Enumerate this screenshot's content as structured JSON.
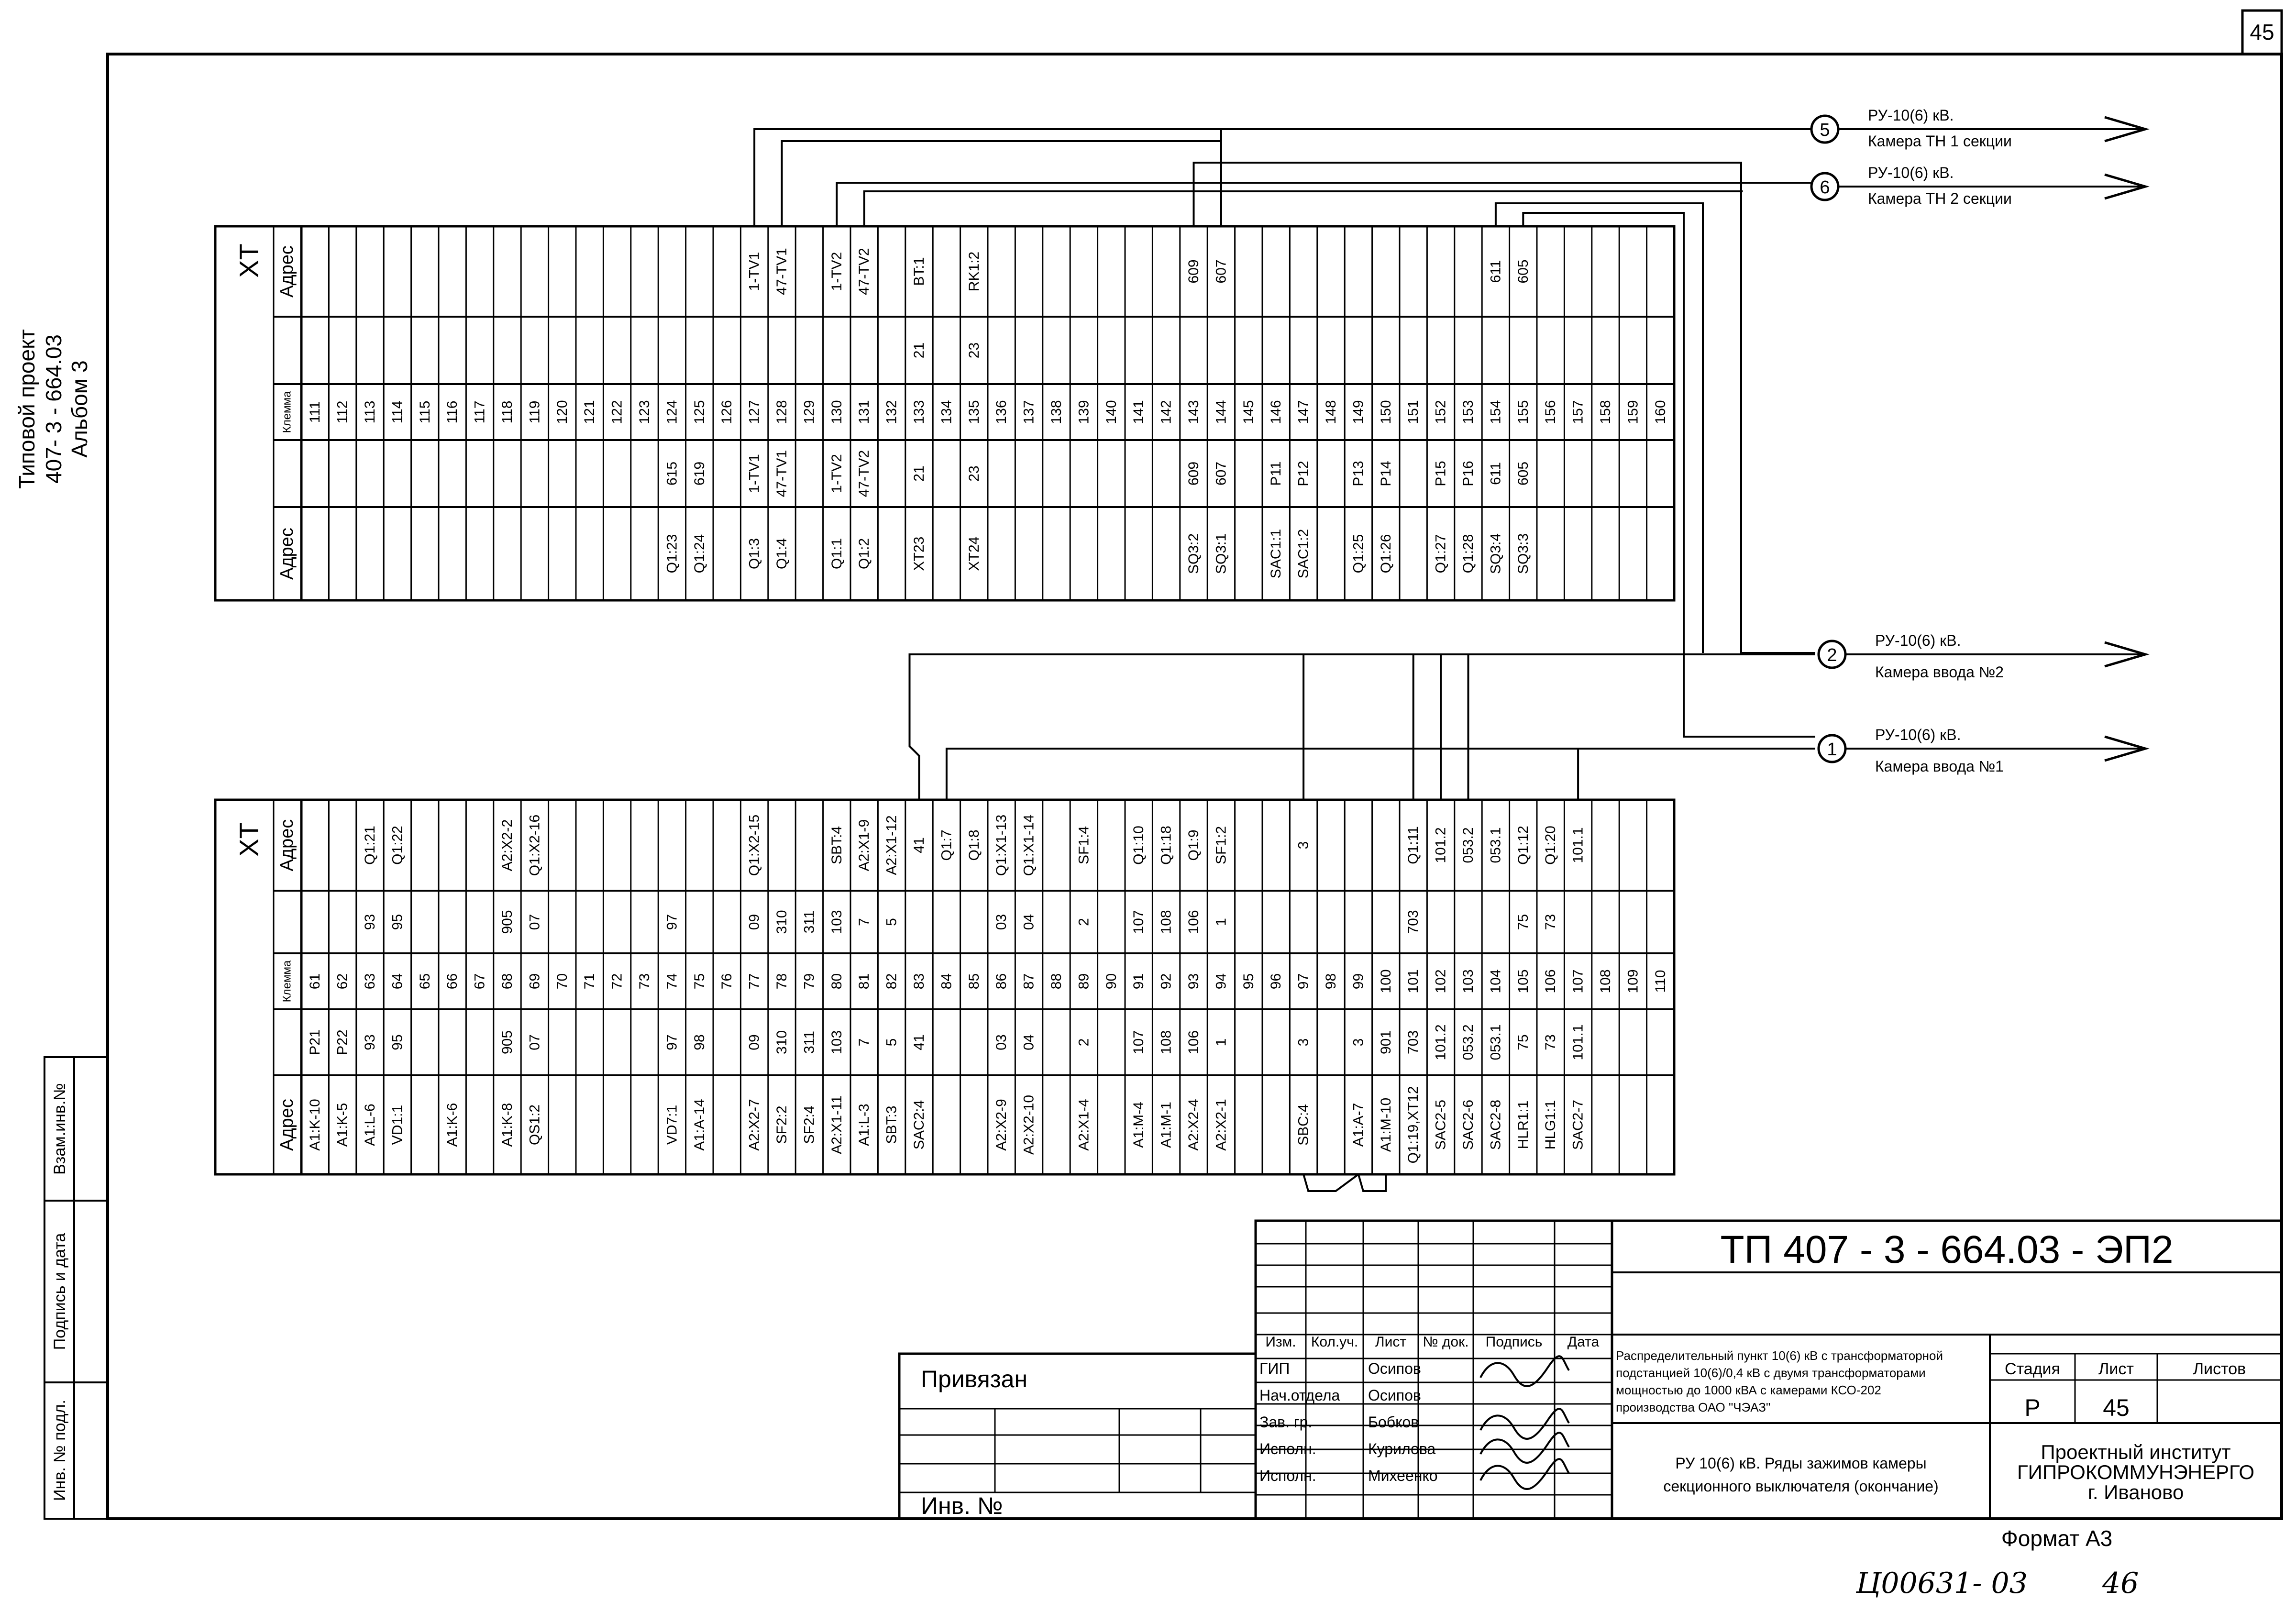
{
  "sheet": {
    "page_number": "45",
    "side_project_lines": [
      "Типовой проект",
      "407- 3 - 664.03",
      "Альбом 3"
    ],
    "left_stamp": [
      "Инв. № подл.",
      "Подпись и дата",
      "Взам.инв.№"
    ],
    "bottom_handwritten": [
      "Ц00631- 03",
      "46"
    ]
  },
  "upper_strip": {
    "title": "ХТ",
    "addr_label": "Адрес",
    "klemma_label": "Клемма",
    "terminals": [
      {
        "n": "111",
        "l": "",
        "r": "",
        "rt": ""
      },
      {
        "n": "112",
        "l": "",
        "r": "",
        "rt": ""
      },
      {
        "n": "113",
        "l": "",
        "r": "",
        "rt": ""
      },
      {
        "n": "114",
        "l": "",
        "r": "",
        "rt": ""
      },
      {
        "n": "115",
        "l": "",
        "r": "",
        "rt": ""
      },
      {
        "n": "116",
        "l": "",
        "r": "",
        "rt": ""
      },
      {
        "n": "117",
        "l": "",
        "r": "",
        "rt": ""
      },
      {
        "n": "118",
        "l": "",
        "r": "",
        "rt": ""
      },
      {
        "n": "119",
        "l": "",
        "r": "",
        "rt": ""
      },
      {
        "n": "120",
        "l": "",
        "r": "",
        "rt": ""
      },
      {
        "n": "121",
        "l": "",
        "r": "",
        "rt": ""
      },
      {
        "n": "122",
        "l": "",
        "r": "",
        "rt": ""
      },
      {
        "n": "123",
        "l": "",
        "r": "",
        "rt": ""
      },
      {
        "n": "124",
        "l": "Q1:23",
        "r": "615",
        "rt": ""
      },
      {
        "n": "125",
        "l": "Q1:24",
        "r": "619",
        "rt": ""
      },
      {
        "n": "126",
        "l": "",
        "r": "",
        "rt": ""
      },
      {
        "n": "127",
        "l": "Q1:3",
        "r": "1-TV1",
        "rt": "1-TV1"
      },
      {
        "n": "128",
        "l": "Q1:4",
        "r": "47-TV1",
        "rt": "47-TV1"
      },
      {
        "n": "129",
        "l": "",
        "r": "",
        "rt": ""
      },
      {
        "n": "130",
        "l": "Q1:1",
        "r": "1-TV2",
        "rt": "1-TV2"
      },
      {
        "n": "131",
        "l": "Q1:2",
        "r": "47-TV2",
        "rt": "47-TV2"
      },
      {
        "n": "132",
        "l": "",
        "r": "",
        "rt": ""
      },
      {
        "n": "133",
        "l": "XT23",
        "r": "21",
        "rt": "BT:1",
        "rr": "21"
      },
      {
        "n": "134",
        "l": "",
        "r": "",
        "rt": ""
      },
      {
        "n": "135",
        "l": "XT24",
        "r": "23",
        "rt": "RK1:2",
        "rr": "23"
      },
      {
        "n": "136",
        "l": "",
        "r": "",
        "rt": ""
      },
      {
        "n": "137",
        "l": "",
        "r": "",
        "rt": ""
      },
      {
        "n": "138",
        "l": "",
        "r": "",
        "rt": ""
      },
      {
        "n": "139",
        "l": "",
        "r": "",
        "rt": ""
      },
      {
        "n": "140",
        "l": "",
        "r": "",
        "rt": ""
      },
      {
        "n": "141",
        "l": "",
        "r": "",
        "rt": ""
      },
      {
        "n": "142",
        "l": "",
        "r": "",
        "rt": ""
      },
      {
        "n": "143",
        "l": "SQ3:2",
        "r": "609",
        "rt": "609"
      },
      {
        "n": "144",
        "l": "SQ3:1",
        "r": "607",
        "rt": "607"
      },
      {
        "n": "145",
        "l": "",
        "r": "",
        "rt": ""
      },
      {
        "n": "146",
        "l": "SAC1:1",
        "r": "P11",
        "rt": ""
      },
      {
        "n": "147",
        "l": "SAC1:2",
        "r": "P12",
        "rt": ""
      },
      {
        "n": "148",
        "l": "",
        "r": "",
        "rt": ""
      },
      {
        "n": "149",
        "l": "Q1:25",
        "r": "P13",
        "rt": ""
      },
      {
        "n": "150",
        "l": "Q1:26",
        "r": "P14",
        "rt": ""
      },
      {
        "n": "151",
        "l": "",
        "r": "",
        "rt": ""
      },
      {
        "n": "152",
        "l": "Q1:27",
        "r": "P15",
        "rt": ""
      },
      {
        "n": "153",
        "l": "Q1:28",
        "r": "P16",
        "rt": ""
      },
      {
        "n": "154",
        "l": "SQ3:4",
        "r": "611",
        "rt": "611"
      },
      {
        "n": "155",
        "l": "SQ3:3",
        "r": "605",
        "rt": "605"
      },
      {
        "n": "156",
        "l": "",
        "r": "",
        "rt": ""
      },
      {
        "n": "157",
        "l": "",
        "r": "",
        "rt": ""
      },
      {
        "n": "158",
        "l": "",
        "r": "",
        "rt": ""
      },
      {
        "n": "159",
        "l": "",
        "r": "",
        "rt": ""
      },
      {
        "n": "160",
        "l": "",
        "r": "",
        "rt": ""
      }
    ]
  },
  "lower_strip": {
    "title": "ХТ",
    "addr_label": "Адрес",
    "klemma_label": "Клемма",
    "terminals": [
      {
        "n": "61",
        "l": "A1:K-10",
        "r": "P21",
        "rr": "",
        "rt": ""
      },
      {
        "n": "62",
        "l": "A1:K-5",
        "r": "P22",
        "rr": "",
        "rt": ""
      },
      {
        "n": "63",
        "l": "A1:L-6",
        "r": "93",
        "rr": "93",
        "rt": "Q1:21"
      },
      {
        "n": "64",
        "l": "VD1:1",
        "r": "95",
        "rr": "95",
        "rt": "Q1:22"
      },
      {
        "n": "65",
        "l": "",
        "r": "",
        "rr": "",
        "rt": ""
      },
      {
        "n": "66",
        "l": "A1:K-6",
        "r": "",
        "rr": "",
        "rt": ""
      },
      {
        "n": "67",
        "l": "",
        "r": "",
        "rr": "",
        "rt": ""
      },
      {
        "n": "68",
        "l": "A1:K-8",
        "r": "905",
        "rr": "905",
        "rt": "A2:X2-2"
      },
      {
        "n": "69",
        "l": "QS1:2",
        "r": "07",
        "rr": "07",
        "rt": "Q1:X2-16"
      },
      {
        "n": "70",
        "l": "",
        "r": "",
        "rr": "",
        "rt": ""
      },
      {
        "n": "71",
        "l": "",
        "r": "",
        "rr": "",
        "rt": ""
      },
      {
        "n": "72",
        "l": "",
        "r": "",
        "rr": "",
        "rt": ""
      },
      {
        "n": "73",
        "l": "",
        "r": "",
        "rr": "",
        "rt": ""
      },
      {
        "n": "74",
        "l": "VD7:1",
        "r": "97",
        "rr": "97",
        "rt": ""
      },
      {
        "n": "75",
        "l": "A1:A-14",
        "r": "98",
        "rr": "",
        "rt": ""
      },
      {
        "n": "76",
        "l": "",
        "r": "",
        "rr": "",
        "rt": ""
      },
      {
        "n": "77",
        "l": "A2:X2-7",
        "r": "09",
        "rr": "09",
        "rt": "Q1:X2-15"
      },
      {
        "n": "78",
        "l": "SF2:2",
        "r": "310",
        "rr": "310",
        "rt": ""
      },
      {
        "n": "79",
        "l": "SF2:4",
        "r": "311",
        "rr": "311",
        "rt": ""
      },
      {
        "n": "80",
        "l": "A2:X1-11",
        "r": "103",
        "rr": "103",
        "rt": "SBT:4"
      },
      {
        "n": "81",
        "l": "A1:L-3",
        "r": "7",
        "rr": "7",
        "rt": "A2:X1-9"
      },
      {
        "n": "82",
        "l": "SBT:3",
        "r": "5",
        "rr": "5",
        "rt": "A2:X1-12"
      },
      {
        "n": "83",
        "l": "SAC2:4",
        "r": "41",
        "rr": "",
        "rt": "41"
      },
      {
        "n": "84",
        "l": "",
        "r": "",
        "rr": "",
        "rt": "Q1:7"
      },
      {
        "n": "85",
        "l": "",
        "r": "",
        "rr": "",
        "rt": "Q1:8"
      },
      {
        "n": "86",
        "l": "A2:X2-9",
        "r": "03",
        "rr": "03",
        "rt": "Q1:X1-13"
      },
      {
        "n": "87",
        "l": "A2:X2-10",
        "r": "04",
        "rr": "04",
        "rt": "Q1:X1-14"
      },
      {
        "n": "88",
        "l": "",
        "r": "",
        "rr": "",
        "rt": ""
      },
      {
        "n": "89",
        "l": "A2:X1-4",
        "r": "2",
        "rr": "2",
        "rt": "SF1:4"
      },
      {
        "n": "90",
        "l": "",
        "r": "",
        "rr": "",
        "rt": ""
      },
      {
        "n": "91",
        "l": "A1:M-4",
        "r": "107",
        "rr": "107",
        "rt": "Q1:10"
      },
      {
        "n": "92",
        "l": "A1:M-1",
        "r": "108",
        "rr": "108",
        "rt": "Q1:18"
      },
      {
        "n": "93",
        "l": "A2:X2-4",
        "r": "106",
        "rr": "106",
        "rt": "Q1:9"
      },
      {
        "n": "94",
        "l": "A2:X2-1",
        "r": "1",
        "rr": "1",
        "rt": "SF1:2"
      },
      {
        "n": "95",
        "l": "",
        "r": "",
        "rr": "",
        "rt": ""
      },
      {
        "n": "96",
        "l": "",
        "r": "",
        "rr": "",
        "rt": ""
      },
      {
        "n": "97",
        "l": "SBC:4",
        "r": "3",
        "rr": "",
        "rt": "3"
      },
      {
        "n": "98",
        "l": "",
        "r": "",
        "rr": "",
        "rt": ""
      },
      {
        "n": "99",
        "l": "A1:A-7",
        "r": "3",
        "rr": "",
        "rt": ""
      },
      {
        "n": "100",
        "l": "A1:M-10",
        "r": "901",
        "rr": "",
        "rt": ""
      },
      {
        "n": "101",
        "l": "Q1:19,XT12",
        "r": "703",
        "rr": "703",
        "rt": "Q1:11"
      },
      {
        "n": "102",
        "l": "SAC2-5",
        "r": "101.2",
        "rr": "",
        "rt": "101.2"
      },
      {
        "n": "103",
        "l": "SAC2-6",
        "r": "053.2",
        "rr": "",
        "rt": "053.2"
      },
      {
        "n": "104",
        "l": "SAC2-8",
        "r": "053.1",
        "rr": "",
        "rt": "053.1"
      },
      {
        "n": "105",
        "l": "HLR1:1",
        "r": "75",
        "rr": "75",
        "rt": "Q1:12"
      },
      {
        "n": "106",
        "l": "HLG1:1",
        "r": "73",
        "rr": "73",
        "rt": "Q1:20"
      },
      {
        "n": "107",
        "l": "SAC2-7",
        "r": "101.1",
        "rr": "",
        "rt": "101.1"
      },
      {
        "n": "108",
        "l": "",
        "r": "",
        "rr": "",
        "rt": ""
      },
      {
        "n": "109",
        "l": "",
        "r": "",
        "rr": "",
        "rt": ""
      },
      {
        "n": "110",
        "l": "",
        "r": "",
        "rr": "",
        "rt": ""
      }
    ]
  },
  "destinations": [
    {
      "num": "5",
      "line1": "РУ-10(6) кВ.",
      "line2": "Камера ТН 1 секции"
    },
    {
      "num": "6",
      "line1": "РУ-10(6) кВ.",
      "line2": "Камера ТН 2 секции"
    },
    {
      "num": "2",
      "line1": "РУ-10(6) кВ.",
      "line2": "Камера ввода №2"
    },
    {
      "num": "1",
      "line1": "РУ-10(6) кВ.",
      "line2": "Камера ввода №1"
    }
  ],
  "title_block": {
    "code": "ТП  407 - 3 - 664.03 - ЭП2",
    "privyazan": "Привязан",
    "inv_no": "Инв. №",
    "headers": [
      "Изм.",
      "Кол.уч.",
      "Лист",
      "№ док.",
      "Подпись",
      "Дата"
    ],
    "roles": [
      "ГИП",
      "Нач.отдела",
      "Зав. гр.",
      "Исполн.",
      "Исполн."
    ],
    "names": [
      "Осипов",
      "Осипов",
      "Бобков",
      "Курилова",
      "Михеенко"
    ],
    "description": [
      "Распределительный пункт 10(6) кВ с трансформаторной",
      "подстанцией 10(6)/0,4 кВ с двумя трансформаторами",
      "мощностью до 1000 кВА с камерами КСО-202",
      "производства ОАО \"ЧЭАЗ\""
    ],
    "sheet_title": [
      "РУ 10(6) кВ. Ряды зажимов камеры",
      "секционного выключателя (окончание)"
    ],
    "stage_label": "Стадия",
    "sheet_label": "Лист",
    "sheets_label": "Листов",
    "stage": "Р",
    "sheet_no": "45",
    "sheets": "",
    "org": [
      "Проектный институт",
      "ГИПРОКОММУНЭНЕРГО",
      "г. Иваново"
    ],
    "format": "Формат А3"
  }
}
